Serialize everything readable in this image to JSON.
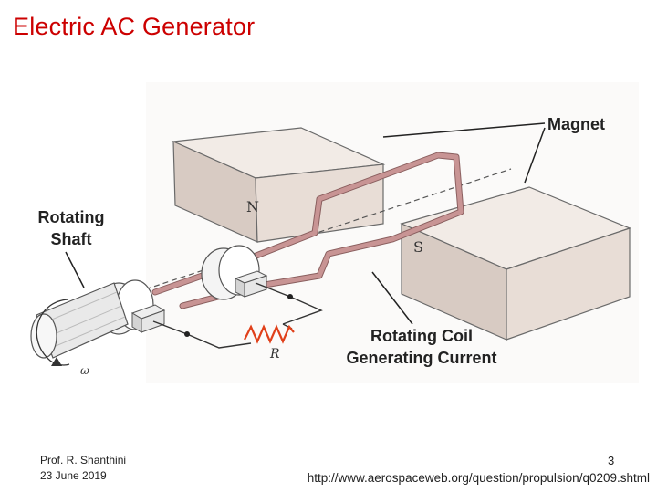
{
  "slide": {
    "title": "Electric AC Generator",
    "author": "Prof. R. Shanthini",
    "date": "23 June 2019",
    "page_number": "3",
    "source_url": "http://www.aerospaceweb.org/question/propulsion/q0209.shtml"
  },
  "diagram": {
    "labels": {
      "magnet": "Magnet",
      "rotating_shaft_line1": "Rotating",
      "rotating_shaft_line2": "Shaft",
      "rotating_coil_line1": "Rotating Coil",
      "rotating_coil_line2": "Generating Current",
      "north_pole": "N",
      "south_pole": "S",
      "resistor": "R",
      "omega": "ω"
    },
    "colors": {
      "magnet_face": "#e8ddd6",
      "magnet_top": "#f2ebe6",
      "magnet_side": "#d8cbc3",
      "coil": "#c89494",
      "resistor": "#e0401a",
      "wire": "#333333"
    }
  }
}
